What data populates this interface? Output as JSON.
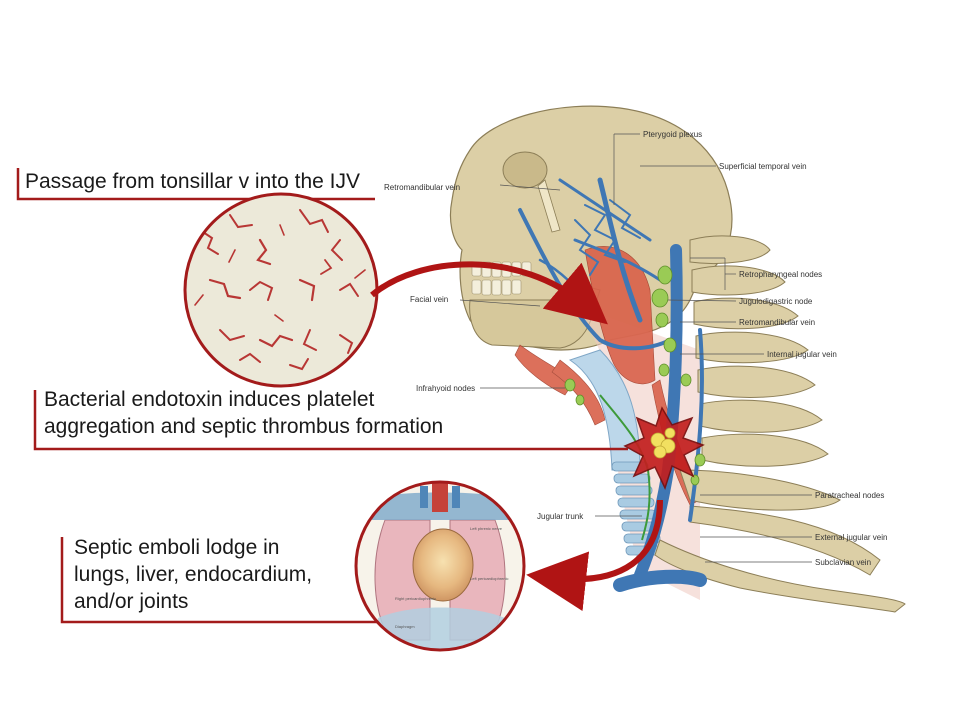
{
  "colors": {
    "accent": "#a31b1b",
    "bone": "#dccfa6",
    "vein": "#3f77b4",
    "muscle": "#d9614a",
    "node": "#9acb55",
    "thrombus": "#f2e060"
  },
  "captions": {
    "passage": "Passage from tonsillar v into the IJV",
    "endotoxin_line1": "Bacterial endotoxin induces platelet",
    "endotoxin_line2": "aggregation and septic thrombus formation",
    "emboli_line1": "Septic emboli lodge in",
    "emboli_line2": "lungs, liver, endocardium,",
    "emboli_line3": "and/or joints"
  },
  "anatomy_labels": {
    "pterygoid_plexus": "Pterygoid plexus",
    "superficial_temporal_vein": "Superficial temporal vein",
    "retromandibular_vein_left": "Retromandibular vein",
    "retropharyngeal_nodes": "Retropharyngeal nodes",
    "facial_vein": "Facial vein",
    "jugulodigastric_node": "Jugulodigastric node",
    "retromandibular_vein_right": "Retromandibular vein",
    "internal_jugular_vein": "Internal jugular vein",
    "infrahyoid_nodes": "Infrahyoid nodes",
    "paratracheal_nodes": "Paratracheal nodes",
    "jugular_trunk": "Jugular trunk",
    "external_jugular_vein": "External jugular vein",
    "subclavian_vein": "Subclavian vein"
  },
  "icons": [
    "bacteria-micrograph",
    "heart-lungs-illustration",
    "thrombus-starburst",
    "curved-arrow"
  ]
}
